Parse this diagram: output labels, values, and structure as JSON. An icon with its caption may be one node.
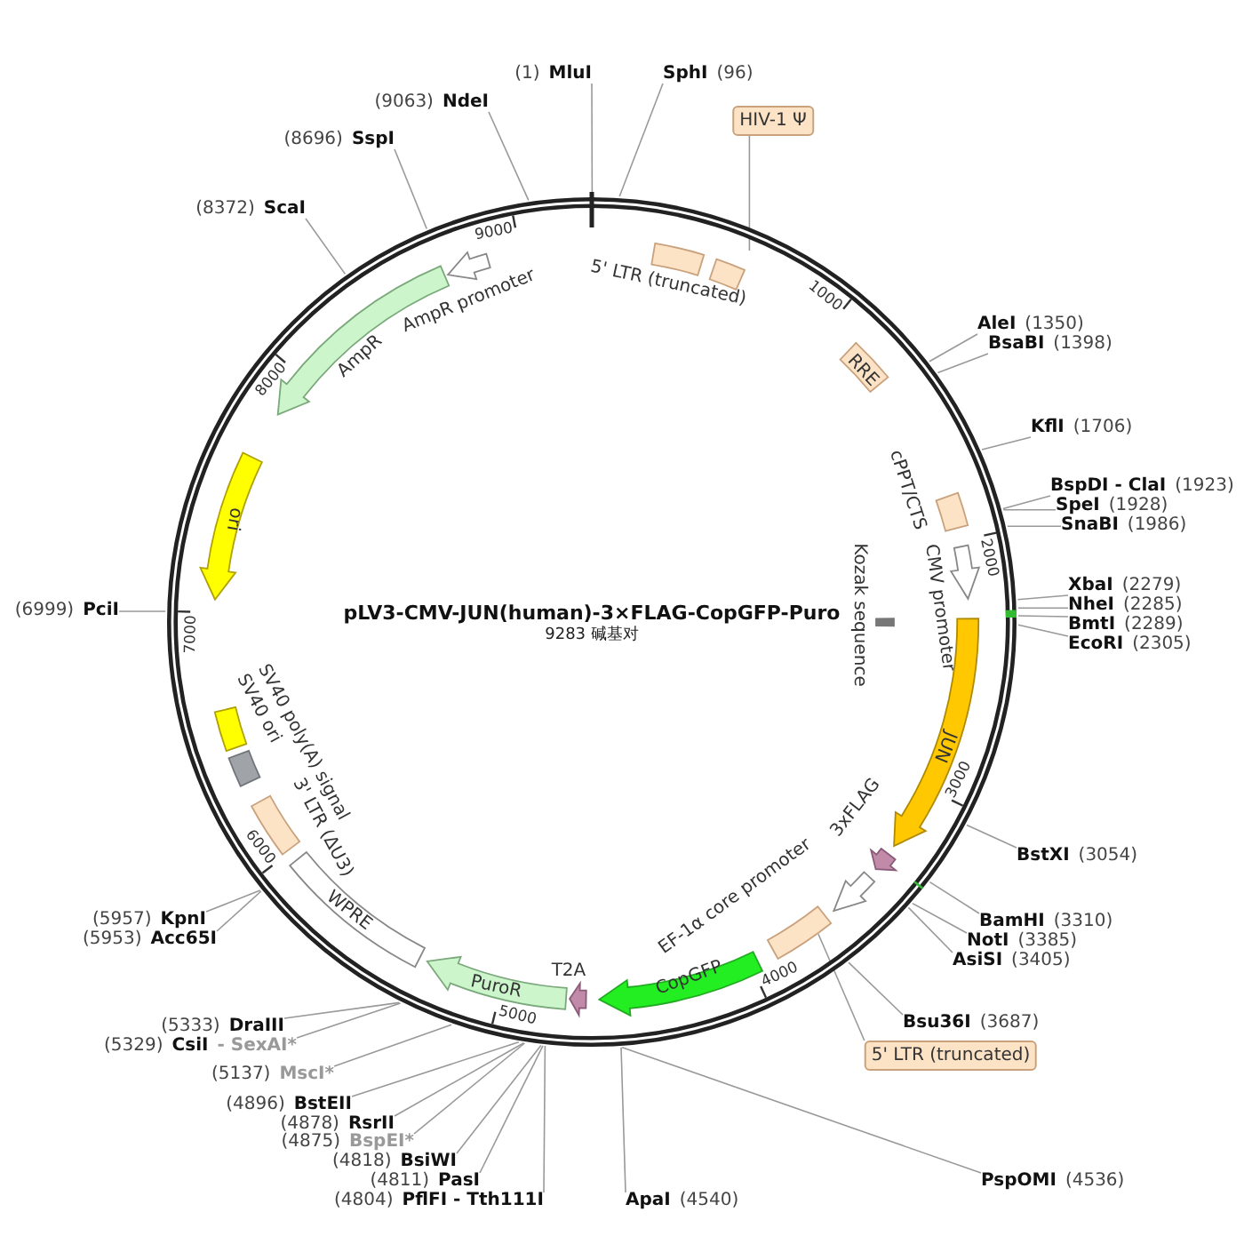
{
  "diagram": {
    "title": "pLV3-CMV-JUN(human)-3×FLAG-CopGFP-Puro",
    "nodes": [
      {
        "text": [
          "5' LTR (truncated)"
        ]
      },
      {
        "text": [],
        "shape": "box"
      },
      {
        "text": [
          "HIV-1 Ψ"
        ]
      },
      {
        "text": [
          "RRE"
        ]
      },
      {
        "text": [
          "cPPT/CTS"
        ]
      },
      {
        "text": [
          "CMV promoter"
        ]
      },
      {
        "text": [
          "Kozak sequence"
        ]
      },
      {
        "text": [
          "JUN"
        ]
      },
      {
        "text": [
          "3xFLAG"
        ]
      },
      {
        "text": [
          "EF-1α core promoter"
        ]
      },
      {
        "text": [],
        "shape": "box"
      },
      {
        "text": [
          "5' LTR (truncated)"
        ]
      },
      {
        "text": [
          "CopGFP"
        ]
      },
      {
        "text": [
          "T2A"
        ]
      },
      {
        "text": [
          "PuroR"
        ]
      },
      {
        "text": [
          "WPRE"
        ]
      },
      {
        "text": [
          "3' LTR (ΔU3)"
        ]
      },
      {
        "text": [
          "SV40 ori"
        ]
      },
      {
        "text": [
          "SV40 poly(A) signal"
        ]
      },
      {
        "text": [
          "ori"
        ]
      },
      {
        "text": [
          "AmpR"
        ]
      },
      {
        "text": [
          "AmpR promoter"
        ]
      },
      {
        "text": [
          "(1)",
          "MluI"
        ]
      },
      {
        "text": [
          "SphI",
          "(96)"
        ]
      },
      {
        "text": [
          "AleI",
          "(1350)"
        ]
      },
      {
        "text": [
          "BsaBI",
          "(1398)"
        ]
      },
      {
        "text": [
          "KflI",
          "(1706)"
        ]
      },
      {
        "text": [
          "BspDI - ClaI",
          "(1923)"
        ]
      },
      {
        "text": [
          "SpeI",
          "(1928)"
        ]
      },
      {
        "text": [
          "SnaBI",
          "(1986)"
        ]
      },
      {
        "text": [
          "XbaI",
          "(2279)"
        ]
      },
      {
        "text": [
          "NheI",
          "(2285)"
        ]
      },
      {
        "text": [
          "BmtI",
          "(2289)"
        ]
      },
      {
        "text": [
          "EcoRI",
          "(2305)"
        ]
      },
      {
        "text": [
          "BstXI",
          "(3054)"
        ]
      },
      {
        "text": [
          "BamHI",
          "(3310)"
        ]
      },
      {
        "text": [
          "NotI",
          "(3385)"
        ]
      },
      {
        "text": [
          "AsiSI",
          "(3405)"
        ]
      },
      {
        "text": [
          "Bsu36I",
          "(3687)"
        ]
      },
      {
        "text": [
          "PspOMI",
          "(4536)"
        ]
      },
      {
        "text": [
          "ApaI",
          "(4540)"
        ]
      },
      {
        "text": [
          "(4804)",
          "PflFI - Tth111I"
        ]
      },
      {
        "text": [
          "(4811)",
          "PasI"
        ]
      },
      {
        "text": [
          "(4818)",
          "BsiWI"
        ]
      },
      {
        "text": [
          "(4875)",
          "BspEI*"
        ]
      },
      {
        "text": [
          "(4878)",
          "RsrII"
        ]
      },
      {
        "text": [
          "(4896)",
          "BstEII"
        ]
      },
      {
        "text": [
          "(5137)",
          "MscI*"
        ]
      },
      {
        "text": [
          "(5329)",
          "CsiI",
          "- SexAI*"
        ]
      },
      {
        "text": [
          "(5333)",
          "DraIII"
        ]
      },
      {
        "text": [
          "(5953)",
          "Acc65I"
        ]
      },
      {
        "text": [
          "(5957)",
          "KpnI"
        ]
      },
      {
        "text": [
          "(6999)",
          "PciI"
        ]
      },
      {
        "text": [
          "(8372)",
          "ScaI"
        ]
      },
      {
        "text": [
          "(8696)",
          "SspI"
        ]
      },
      {
        "text": [
          "(9063)",
          "NdeI"
        ]
      }
    ],
    "edges": [
      {
        "from": 2,
        "to": 1,
        "arrow": "none"
      },
      {
        "from": 11,
        "to": 10,
        "arrow": "none"
      },
      {
        "from": 22,
        "to": null,
        "arrow": "none"
      },
      {
        "from": 23,
        "to": null,
        "arrow": "none"
      },
      {
        "from": 24,
        "to": null,
        "arrow": "none"
      },
      {
        "from": 25,
        "to": null,
        "arrow": "none"
      },
      {
        "from": 26,
        "to": null,
        "arrow": "none"
      },
      {
        "from": 27,
        "to": null,
        "arrow": "none"
      },
      {
        "from": 28,
        "to": null,
        "arrow": "none"
      },
      {
        "from": 29,
        "to": null,
        "arrow": "none"
      },
      {
        "from": 30,
        "to": null,
        "arrow": "none"
      },
      {
        "from": 31,
        "to": null,
        "arrow": "none"
      },
      {
        "from": 32,
        "to": null,
        "arrow": "none"
      },
      {
        "from": 33,
        "to": null,
        "arrow": "none"
      },
      {
        "from": 34,
        "to": null,
        "arrow": "none"
      },
      {
        "from": 35,
        "to": null,
        "arrow": "none"
      },
      {
        "from": 36,
        "to": null,
        "arrow": "none"
      },
      {
        "from": 37,
        "to": null,
        "arrow": "none"
      },
      {
        "from": 38,
        "to": null,
        "arrow": "none"
      },
      {
        "from": 39,
        "to": null,
        "arrow": "none"
      },
      {
        "from": 40,
        "to": null,
        "arrow": "none"
      },
      {
        "from": 41,
        "to": null,
        "arrow": "none"
      },
      {
        "from": 42,
        "to": null,
        "arrow": "none"
      },
      {
        "from": 43,
        "to": null,
        "arrow": "none"
      },
      {
        "from": 44,
        "to": null,
        "arrow": "none"
      },
      {
        "from": 45,
        "to": null,
        "arrow": "none"
      },
      {
        "from": 46,
        "to": null,
        "arrow": "none"
      },
      {
        "from": 47,
        "to": null,
        "arrow": "none"
      },
      {
        "from": 48,
        "to": null,
        "arrow": "none"
      },
      {
        "from": 49,
        "to": null,
        "arrow": "none"
      },
      {
        "from": 50,
        "to": null,
        "arrow": "none"
      },
      {
        "from": 51,
        "to": null,
        "arrow": "none"
      },
      {
        "from": 52,
        "to": null,
        "arrow": "none"
      },
      {
        "from": 53,
        "to": null,
        "arrow": "none"
      },
      {
        "from": 54,
        "to": null,
        "arrow": "none"
      },
      {
        "from": 55,
        "to": null,
        "arrow": "none"
      }
    ],
    "labels": [
      "9283 碱基对",
      "1000",
      "2000",
      "3000",
      "4000",
      "5000",
      "6000",
      "7000",
      "8000",
      "9000"
    ]
  }
}
